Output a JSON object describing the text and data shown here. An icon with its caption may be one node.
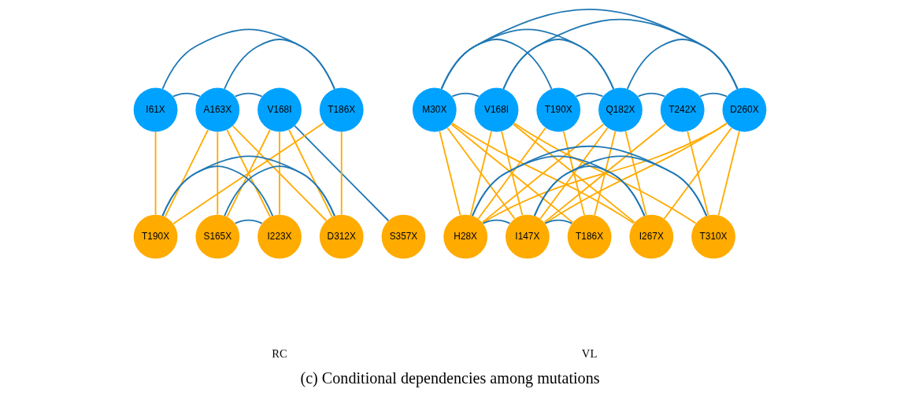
{
  "diagram": {
    "caption": "(c) Conditional dependencies among mutations",
    "nodes": [
      {
        "text": [
          "I61X"
        ]
      },
      {
        "text": [
          "A163X"
        ]
      },
      {
        "text": [
          "V168I"
        ]
      },
      {
        "text": [
          "T186X"
        ]
      },
      {
        "text": [
          "T190X"
        ]
      },
      {
        "text": [
          "S165X"
        ]
      },
      {
        "text": [
          "I223X"
        ]
      },
      {
        "text": [
          "D312X"
        ]
      },
      {
        "text": [
          "S357X"
        ]
      },
      {
        "text": [
          "M30X"
        ]
      },
      {
        "text": [
          "V168I"
        ]
      },
      {
        "text": [
          "T190X"
        ]
      },
      {
        "text": [
          "Q182X"
        ]
      },
      {
        "text": [
          "T242X"
        ]
      },
      {
        "text": [
          "D260X"
        ]
      },
      {
        "text": [
          "H28X"
        ]
      },
      {
        "text": [
          "I147X"
        ]
      },
      {
        "text": [
          "T186X"
        ]
      },
      {
        "text": [
          "I267X"
        ]
      },
      {
        "text": [
          "T310X"
        ]
      }
    ],
    "edges": [
      {
        "from": 0,
        "to": 1,
        "arrow": "none",
        "color": "#1f78b4"
      },
      {
        "from": 0,
        "to": 3,
        "arrow": "none",
        "color": "#1f78b4"
      },
      {
        "from": 1,
        "to": 2,
        "arrow": "none",
        "color": "#1f78b4"
      },
      {
        "from": 1,
        "to": 3,
        "arrow": "none",
        "color": "#1f78b4"
      },
      {
        "from": 2,
        "to": 8,
        "arrow": "none",
        "color": "#1f78b4"
      },
      {
        "from": 0,
        "to": 4,
        "arrow": "none"
      },
      {
        "from": 1,
        "to": 4,
        "arrow": "none"
      },
      {
        "from": 1,
        "to": 5,
        "arrow": "none"
      },
      {
        "from": 1,
        "to": 6,
        "arrow": "none"
      },
      {
        "from": 1,
        "to": 7,
        "arrow": "none"
      },
      {
        "from": 2,
        "to": 5,
        "arrow": "none"
      },
      {
        "from": 2,
        "to": 6,
        "arrow": "none"
      },
      {
        "from": 2,
        "to": 7,
        "arrow": "none"
      },
      {
        "from": 3,
        "to": 4,
        "arrow": "none"
      },
      {
        "from": 3,
        "to": 7,
        "arrow": "none"
      },
      {
        "from": 5,
        "to": 6,
        "arrow": "none",
        "color": "#1f78b4"
      },
      {
        "from": 4,
        "to": 6,
        "arrow": "none",
        "color": "#1f78b4"
      },
      {
        "from": 5,
        "to": 7,
        "arrow": "none",
        "color": "#1f78b4"
      },
      {
        "from": 4,
        "to": 7,
        "arrow": "none",
        "color": "#1f78b4"
      },
      {
        "from": 9,
        "to": 10,
        "arrow": "none",
        "color": "#1f78b4"
      },
      {
        "from": 9,
        "to": 11,
        "arrow": "none",
        "color": "#1f78b4"
      },
      {
        "from": 9,
        "to": 12,
        "arrow": "none",
        "color": "#1f78b4"
      },
      {
        "from": 9,
        "to": 14,
        "arrow": "none",
        "color": "#1f78b4"
      },
      {
        "from": 10,
        "to": 12,
        "arrow": "none",
        "color": "#1f78b4"
      },
      {
        "from": 10,
        "to": 14,
        "arrow": "none",
        "color": "#1f78b4"
      },
      {
        "from": 11,
        "to": 12,
        "arrow": "none",
        "color": "#1f78b4"
      },
      {
        "from": 12,
        "to": 13,
        "arrow": "none",
        "color": "#1f78b4"
      },
      {
        "from": 12,
        "to": 14,
        "arrow": "none",
        "color": "#1f78b4"
      },
      {
        "from": 13,
        "to": 14,
        "arrow": "none",
        "color": "#1f78b4"
      },
      {
        "from": 9,
        "to": 15,
        "arrow": "none"
      },
      {
        "from": 9,
        "to": 16,
        "arrow": "none"
      },
      {
        "from": 9,
        "to": 17,
        "arrow": "none"
      },
      {
        "from": 9,
        "to": 18,
        "arrow": "none"
      },
      {
        "from": 10,
        "to": 15,
        "arrow": "none"
      },
      {
        "from": 10,
        "to": 16,
        "arrow": "none"
      },
      {
        "from": 10,
        "to": 18,
        "arrow": "none"
      },
      {
        "from": 10,
        "to": 19,
        "arrow": "none"
      },
      {
        "from": 11,
        "to": 15,
        "arrow": "none"
      },
      {
        "from": 11,
        "to": 17,
        "arrow": "none"
      },
      {
        "from": 12,
        "to": 15,
        "arrow": "none"
      },
      {
        "from": 12,
        "to": 16,
        "arrow": "none"
      },
      {
        "from": 12,
        "to": 17,
        "arrow": "none"
      },
      {
        "from": 12,
        "to": 18,
        "arrow": "none"
      },
      {
        "from": 13,
        "to": 16,
        "arrow": "none"
      },
      {
        "from": 13,
        "to": 19,
        "arrow": "none"
      },
      {
        "from": 14,
        "to": 15,
        "arrow": "none"
      },
      {
        "from": 14,
        "to": 16,
        "arrow": "none"
      },
      {
        "from": 14,
        "to": 18,
        "arrow": "none"
      },
      {
        "from": 14,
        "to": 19,
        "arrow": "none"
      },
      {
        "from": 15,
        "to": 16,
        "arrow": "none",
        "color": "#1f78b4"
      },
      {
        "from": 15,
        "to": 18,
        "arrow": "none",
        "color": "#1f78b4"
      },
      {
        "from": 15,
        "to": 19,
        "arrow": "none",
        "color": "#1f78b4"
      },
      {
        "from": 16,
        "to": 17,
        "arrow": "none",
        "color": "#1f78b4"
      },
      {
        "from": 16,
        "to": 18,
        "arrow": "none",
        "color": "#1f78b4"
      },
      {
        "from": 16,
        "to": 19,
        "arrow": "none",
        "color": "#1f78b4"
      }
    ],
    "labels": [
      "RC",
      "VL"
    ]
  }
}
